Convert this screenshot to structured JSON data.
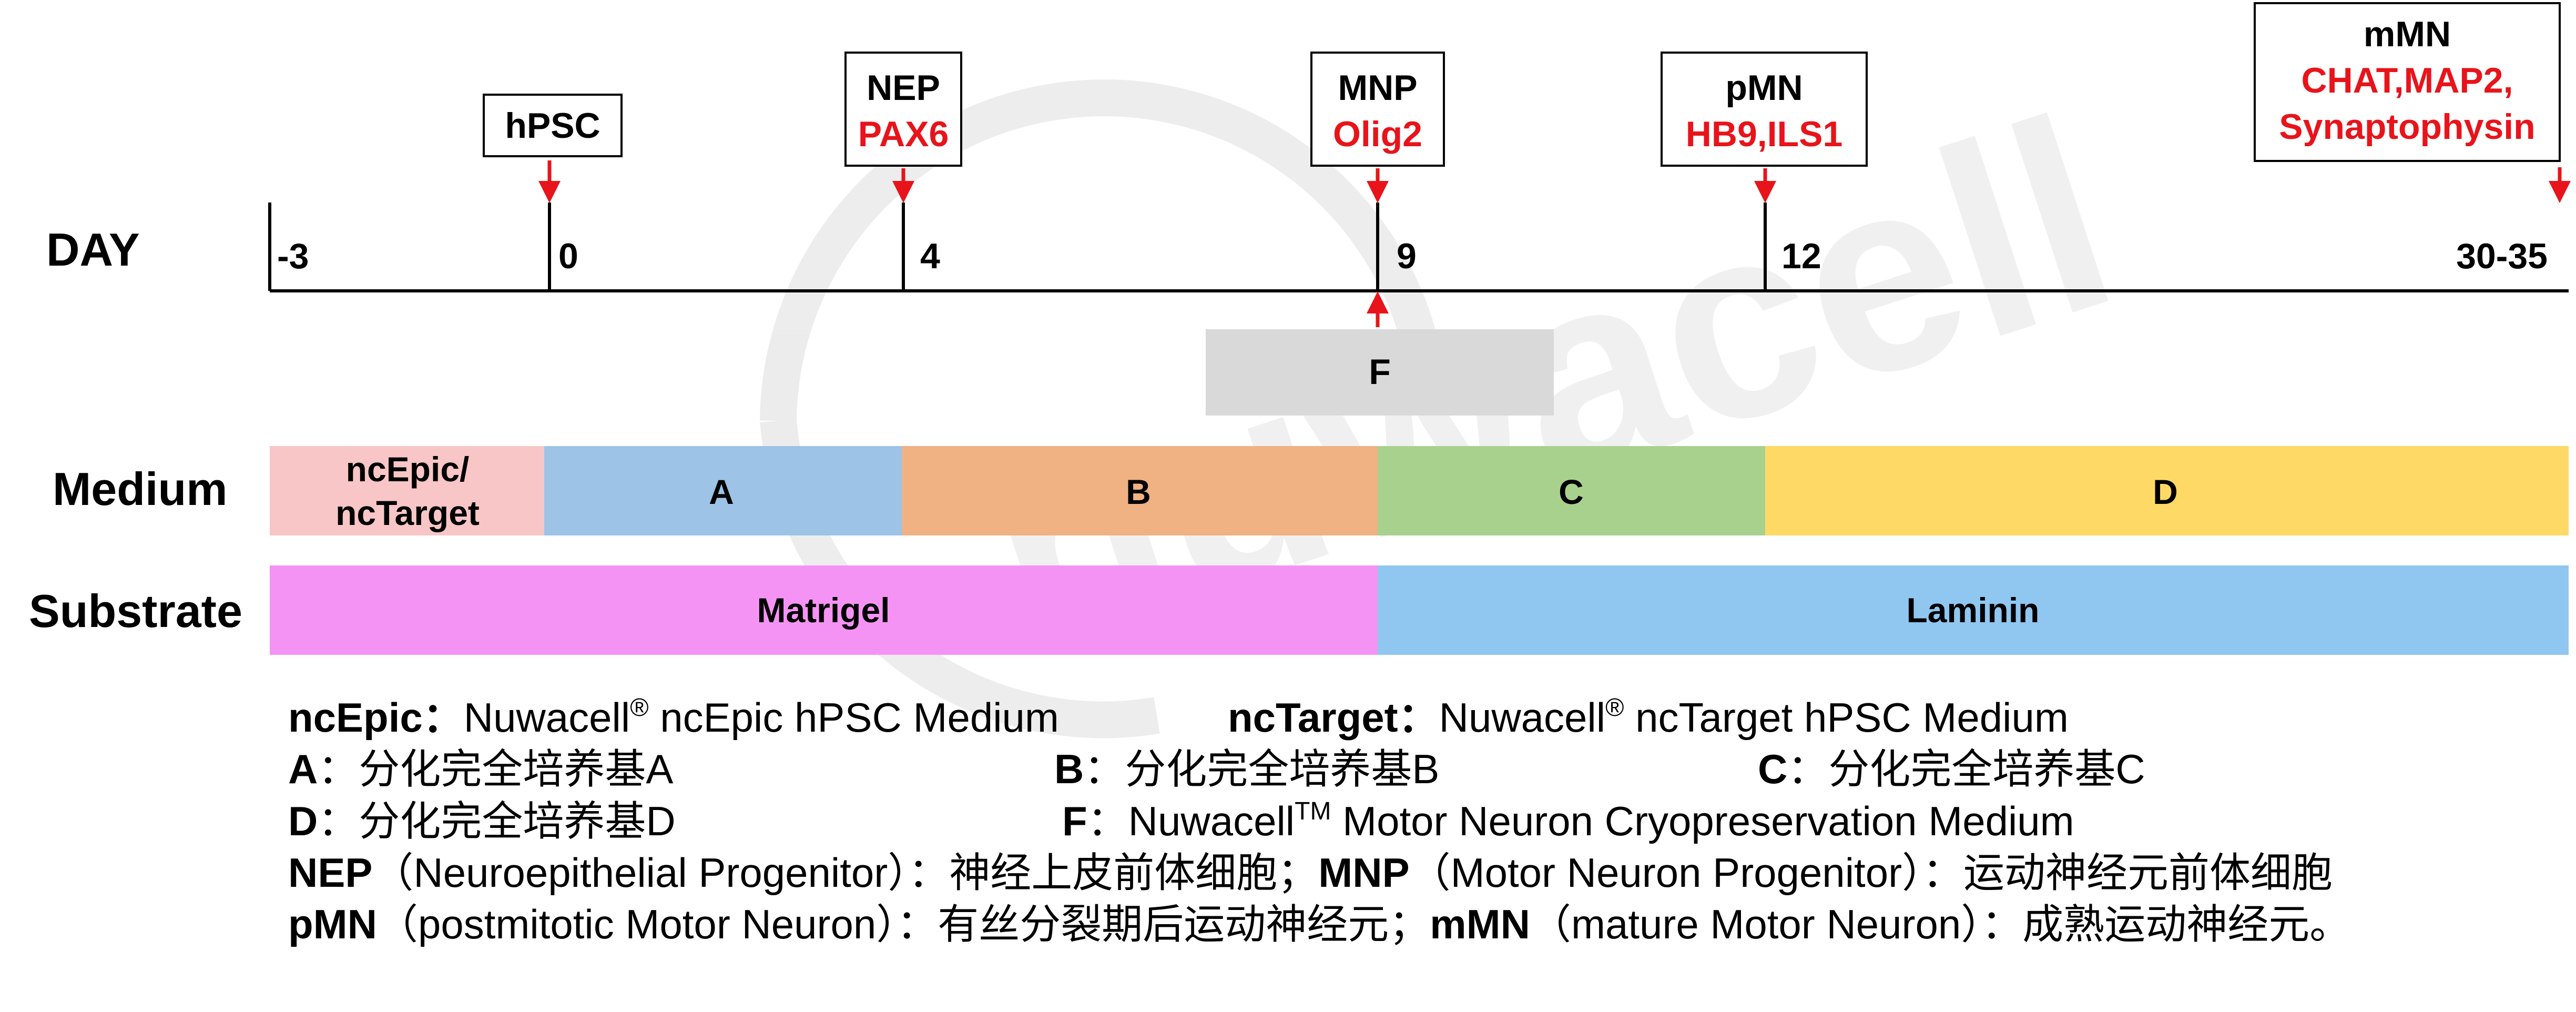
{
  "timeline": {
    "label": "DAY",
    "ticks": [
      "-3",
      "0",
      "4",
      "9",
      "12",
      "30-35"
    ]
  },
  "stages": [
    {
      "name": "hPSC",
      "marker": ""
    },
    {
      "name": "NEP",
      "marker": "PAX6"
    },
    {
      "name": "MNP",
      "marker": "Olig2"
    },
    {
      "name": "pMN",
      "marker": "HB9,ILS1"
    },
    {
      "name": "mMN",
      "marker_lines": [
        "CHAT,MAP2,",
        "Synaptophysin"
      ]
    }
  ],
  "freeze_point": {
    "label": "F"
  },
  "medium": {
    "label": "Medium",
    "segments": [
      {
        "lines": [
          "ncEpic/",
          "ncTarget"
        ],
        "color": "#F8C6C6"
      },
      {
        "lines": [
          "A"
        ],
        "color": "#9DC3E6"
      },
      {
        "lines": [
          "B"
        ],
        "color": "#F0B183"
      },
      {
        "lines": [
          "C"
        ],
        "color": "#A9D18E"
      },
      {
        "lines": [
          "D"
        ],
        "color": "#FFD966"
      }
    ]
  },
  "substrate": {
    "label": "Substrate",
    "segments": [
      {
        "name": "Matrigel",
        "color": "#F593F5"
      },
      {
        "name": "Laminin",
        "color": "#8FC7F0"
      }
    ]
  },
  "colors": {
    "marker_red": "#E8141B",
    "axis": "#000000",
    "freeze_box": "#D9D9D9"
  },
  "watermark": {
    "text": "nuwacell"
  },
  "legend": {
    "ncepic_key": "ncEpic：",
    "ncepic_pre": "Nuwacell",
    "ncepic_sup": "®",
    "ncepic_post": " ncEpic  hPSC Medium",
    "nctarget_key": "ncTarget：",
    "nctarget_pre": "Nuwacell",
    "nctarget_sup": "®",
    "nctarget_post": " ncTarget  hPSC Medium",
    "a_key": "A",
    "a_text": "：分化完全培养基A",
    "b_key": "B",
    "b_text": "：分化完全培养基B",
    "c_key": "C",
    "c_text": "：分化完全培养基C",
    "d_key": "D",
    "d_text": "：分化完全培养基D",
    "f_key": "F",
    "f_pre": "：Nuwacell",
    "f_sup": "TM",
    "f_post": " Motor Neuron Cryopreservation Medium",
    "nep_key": "NEP",
    "nep_text": "（Neuroepithelial Progenitor）：神经上皮前体细胞；",
    "mnp_key": "MNP",
    "mnp_text": "（Motor Neuron Progenitor）：运动神经元前体细胞",
    "pmn_key": "pMN",
    "pmn_text": "（postmitotic Motor Neuron）：有丝分裂期后运动神经元；",
    "mmn_key": "mMN",
    "mmn_text": "（mature Motor Neuron）：成熟运动神经元。"
  }
}
